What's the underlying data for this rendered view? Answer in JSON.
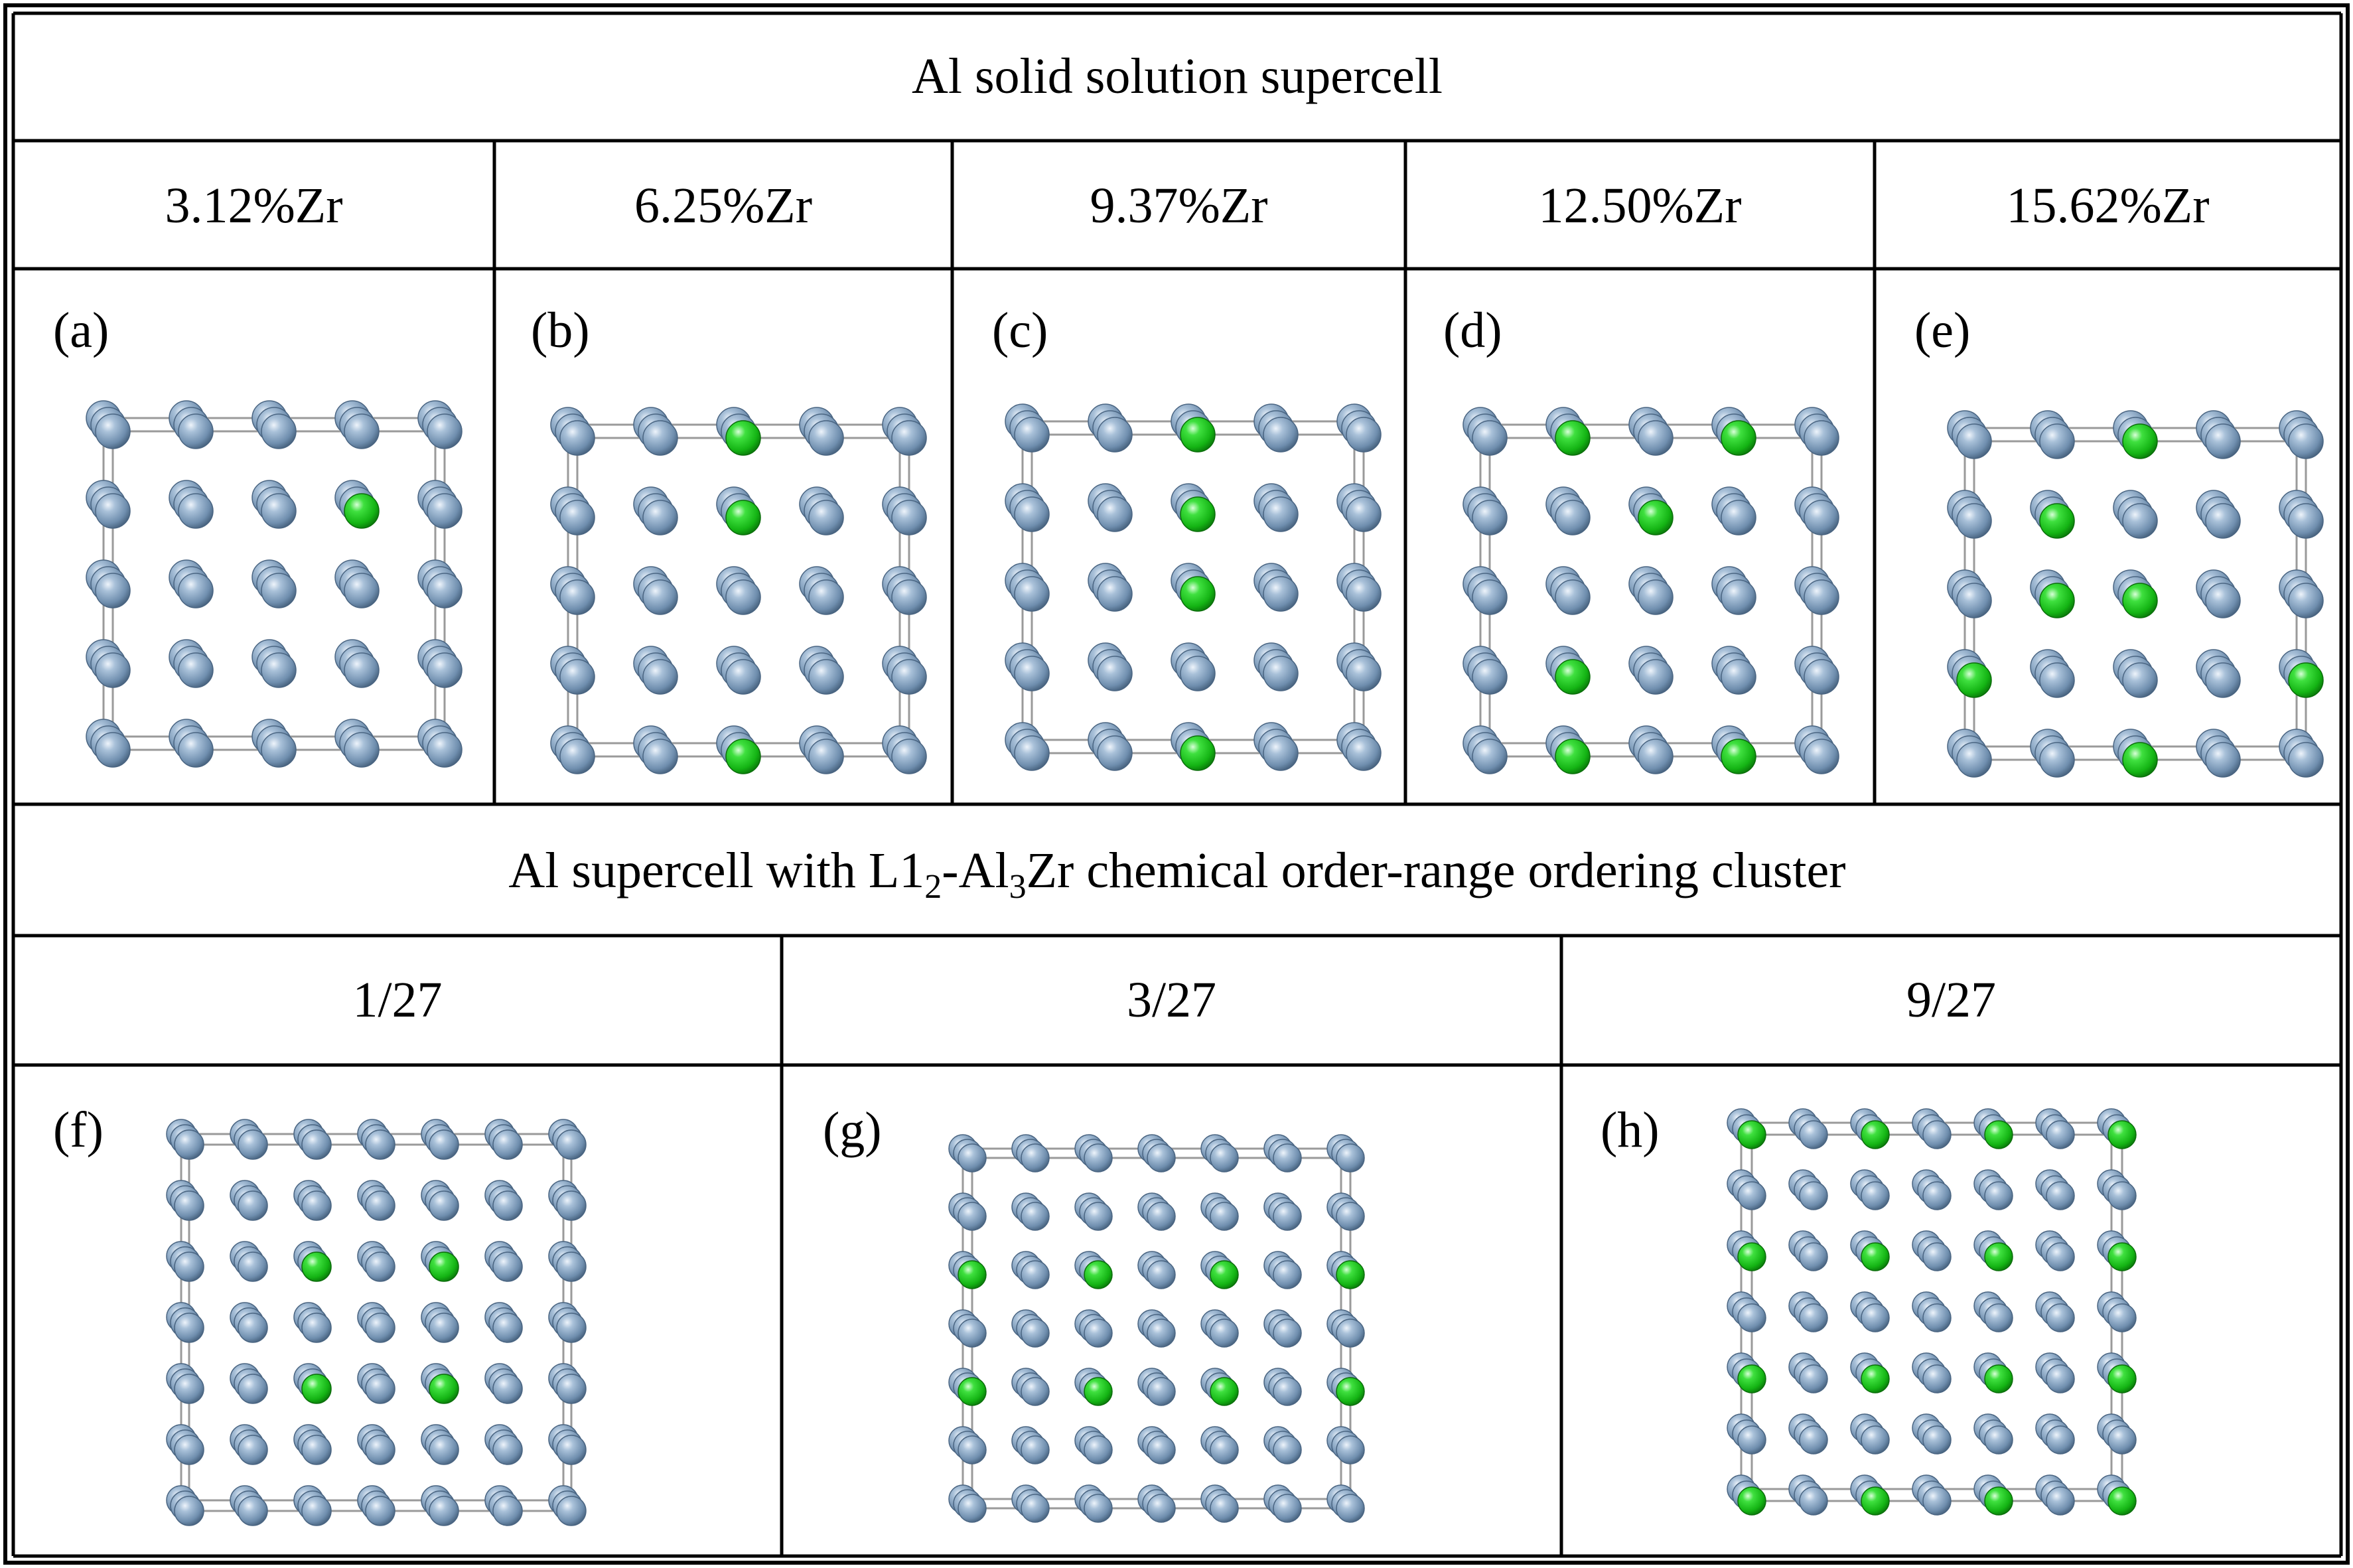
{
  "header1": "Al solid solution supercell",
  "ss_columns": [
    {
      "label": "3.12%Zr",
      "panel": "(a)"
    },
    {
      "label": "6.25%Zr",
      "panel": "(b)"
    },
    {
      "label": "9.37%Zr",
      "panel": "(c)"
    },
    {
      "label": "12.50%Zr",
      "panel": "(d)"
    },
    {
      "label": "15.62%Zr",
      "panel": "(e)"
    }
  ],
  "header2": {
    "before": "Al supercell with L1",
    "sub1": "2",
    "mid": "-Al",
    "sub2": "3",
    "after": "Zr chemical order-range ordering cluster"
  },
  "cluster_columns": [
    {
      "label": "1/27",
      "panel": "(f)"
    },
    {
      "label": "3/27",
      "panel": "(g)"
    },
    {
      "label": "9/27",
      "panel": "(h)"
    }
  ],
  "colors": {
    "al_atom": "#7d9cbc",
    "zr_atom": "#1fc81f",
    "cell_edge": "#9a9a9a",
    "rule": "#000000"
  }
}
